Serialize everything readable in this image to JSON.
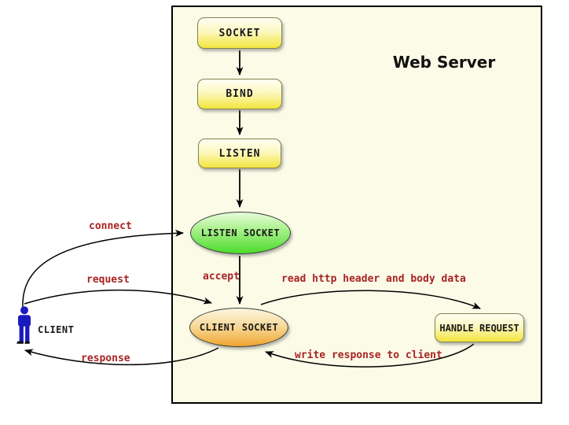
{
  "diagram": {
    "title": "Web Server",
    "client_label": "CLIENT",
    "nodes": {
      "socket": "SOCKET",
      "bind": "BIND",
      "listen": "LISTEN",
      "listen_socket": "LISTEN SOCKET",
      "client_socket": "CLIENT SOCKET",
      "handle_request": "HANDLE REQUEST"
    },
    "edges": {
      "connect": "connect",
      "request": "request",
      "response": "response",
      "accept": "accept",
      "read_http": "read http header and body data",
      "write_response": "write response to client"
    },
    "colors": {
      "server_bg": "#fbfbe8",
      "step_box_fill": "#f2e53d",
      "listen_socket_fill": "#4bdc2c",
      "client_socket_fill": "#efa42e",
      "edge_label_text": "#a82323",
      "client_figure": "#1a1abe",
      "arrow": "#000000"
    }
  }
}
